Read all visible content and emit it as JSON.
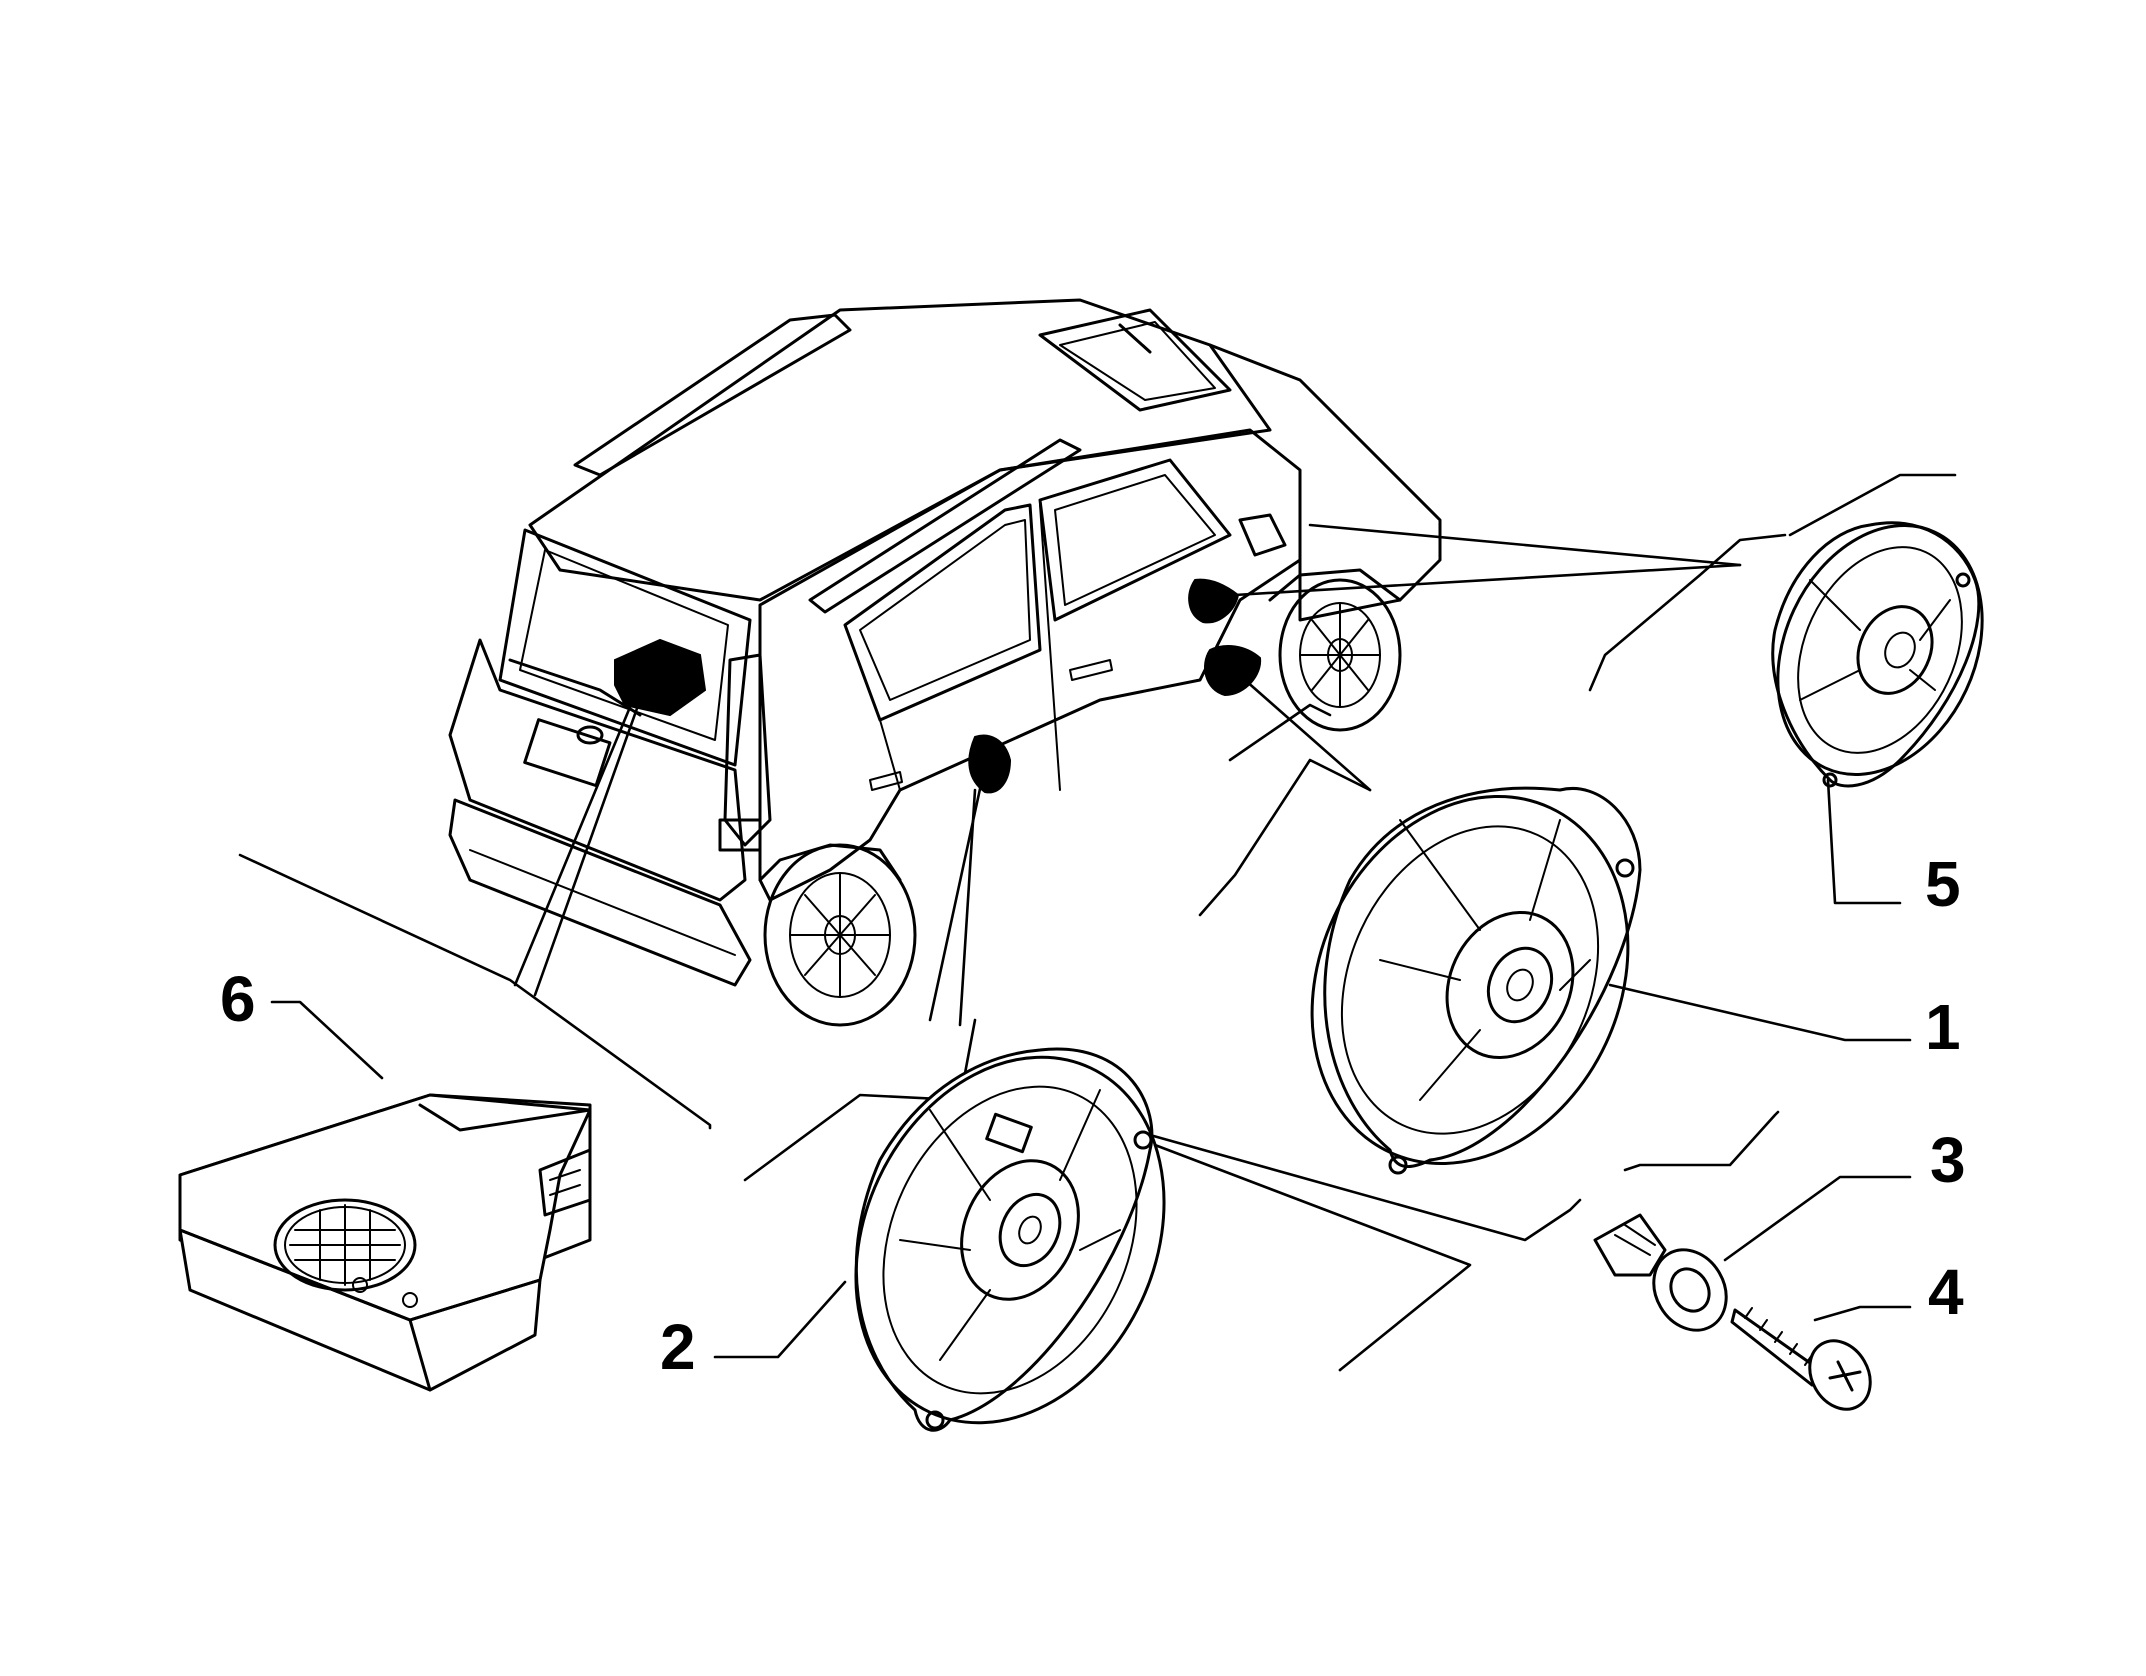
{
  "callouts": {
    "c1": "1",
    "c2": "2",
    "c3": "3",
    "c4": "4",
    "c5": "5",
    "c6": "6"
  },
  "parts": [
    {
      "ref": "1",
      "icon": "door-speaker-icon"
    },
    {
      "ref": "2",
      "icon": "door-speaker-icon"
    },
    {
      "ref": "3",
      "icon": "plastic-rivet-icon"
    },
    {
      "ref": "4",
      "icon": "self-tapping-screw-icon"
    },
    {
      "ref": "5",
      "icon": "tweeter-speaker-icon"
    },
    {
      "ref": "6",
      "icon": "subwoofer-box-icon"
    }
  ],
  "colors": {
    "line": "#000000",
    "background": "#ffffff"
  }
}
